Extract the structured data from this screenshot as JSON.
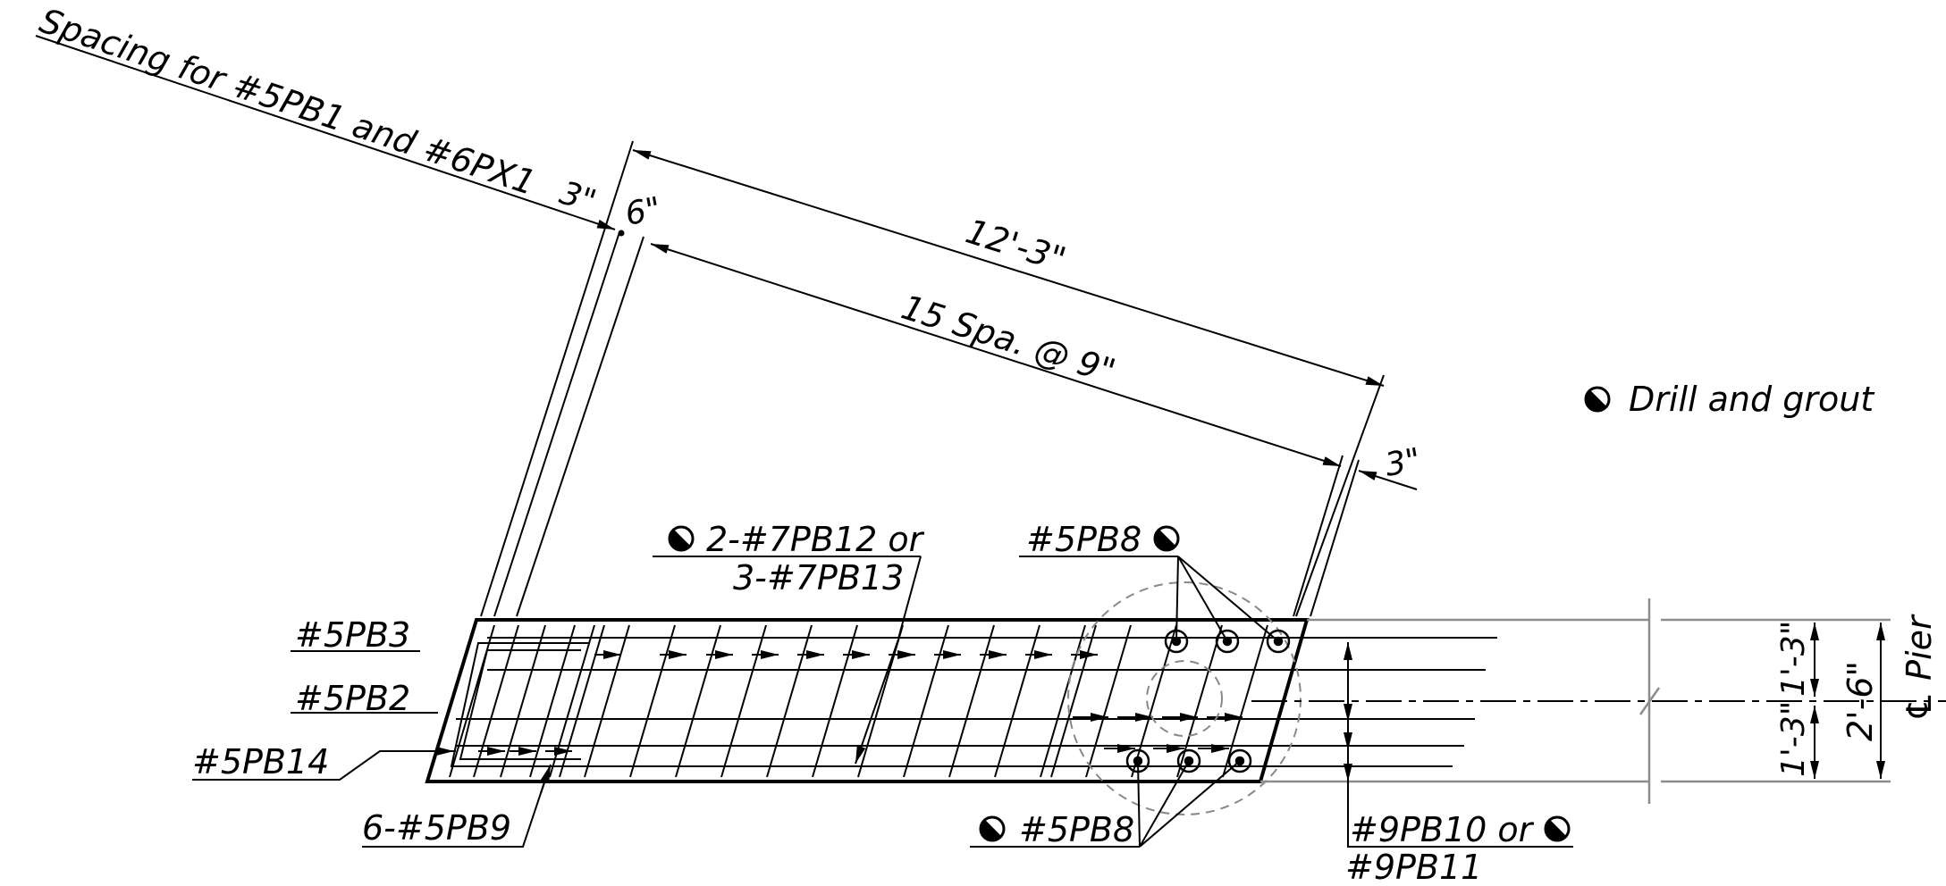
{
  "labels": {
    "spacing_note": "Spacing for #5PB1 and #6PX1",
    "dim_3_top": "3\"",
    "dim_6": "6\"",
    "dim_overall": "12'-3\"",
    "dim_spacing": "15 Spa. @ 9\"",
    "dim_3_right": "3\"",
    "legend_text": "Drill and grout",
    "bar_pb12_line1": "2-#7PB12 or",
    "bar_pb12_line2": "3-#7PB13",
    "bar_pb8_top": "#5PB8",
    "bar_pb3": "#5PB3",
    "bar_pb2": "#5PB2",
    "bar_pb14": "#5PB14",
    "bar_pb9": "6-#5PB9",
    "bar_pb8_bottom": "#5PB8",
    "bar_pb10_line1": "#9PB10 or",
    "bar_pb10_line2": "#9PB11",
    "dim_half_top": "1'-3\"",
    "dim_half_bottom": "1'-3\"",
    "dim_total": "2'-6\"",
    "pier_cl": "℄ Pier"
  },
  "colors": {
    "ink": "#000000",
    "grey": "#8c8c8c"
  }
}
